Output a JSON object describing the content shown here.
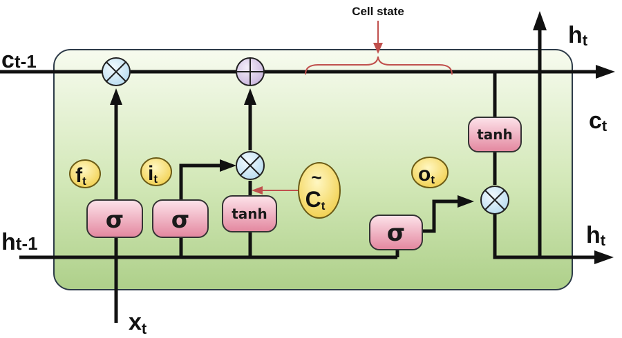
{
  "labels": {
    "cell_state": "Cell state",
    "c_prev_main": "c",
    "c_prev_sub": "t-1",
    "h_prev_main": "h",
    "h_prev_sub": "t-1",
    "x_main": "x",
    "x_sub": "t",
    "h_top_main": "h",
    "h_top_sub": "t",
    "c_out_main": "c",
    "c_out_sub": "t",
    "h_out_main": "h",
    "h_out_sub": "t"
  },
  "gates": {
    "forget_label": "σ",
    "input_label": "σ",
    "candidate_label": "tanh",
    "output_label": "σ",
    "cell_tanh_label": "tanh"
  },
  "vectors": {
    "f_main": "f",
    "f_sub": "t",
    "i_main": "i",
    "i_sub": "t",
    "o_main": "o",
    "o_sub": "t",
    "c_tilde_main": "C",
    "c_tilde_sub": "t",
    "c_tilde_accent": "~"
  },
  "colors": {
    "cell_fill_top": "#f7fbef",
    "cell_fill_bottom": "#aed08a",
    "gate_fill_top": "#fde3ea",
    "gate_fill_bottom": "#e3879f",
    "vec_fill_top": "#fff7c2",
    "vec_fill_bottom": "#f1cf4c",
    "mul_fill": "#cfe8f6",
    "add_fill": "#ddd0ea",
    "brace": "#c0504d",
    "line": "#111111"
  }
}
